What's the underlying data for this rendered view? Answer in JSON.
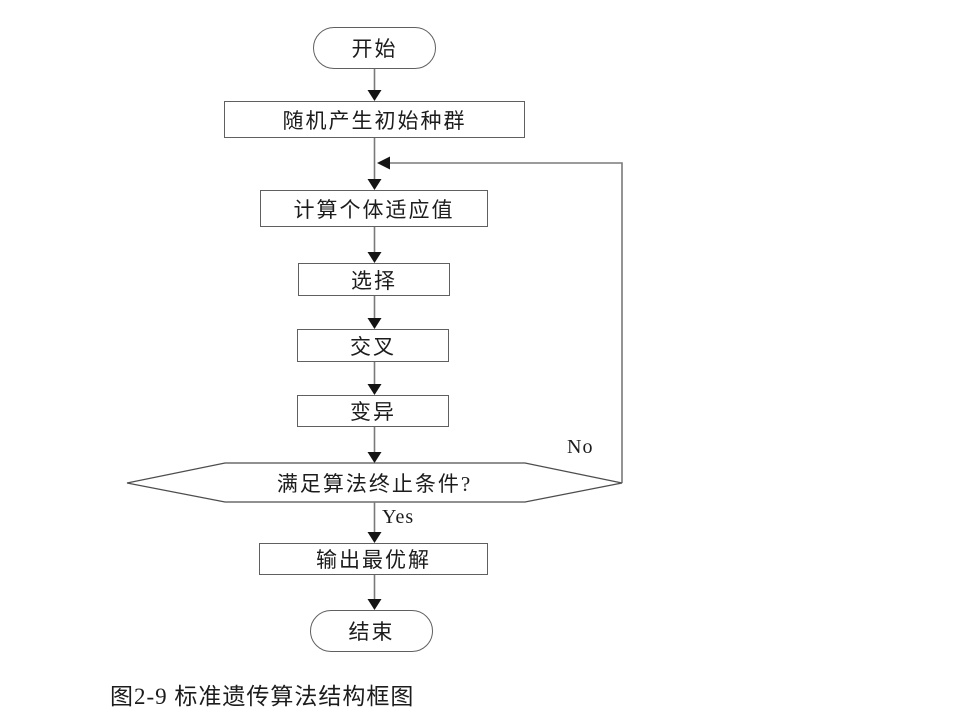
{
  "figure": {
    "caption": "图2-9  标准遗传算法结构框图"
  },
  "flowchart": {
    "nodes": {
      "start": {
        "label": "开始",
        "shape": "stadium"
      },
      "init_population": {
        "label": "随机产生初始种群",
        "shape": "rect"
      },
      "fitness": {
        "label": "计算个体适应值",
        "shape": "rect"
      },
      "selection": {
        "label": "选择",
        "shape": "rect"
      },
      "crossover": {
        "label": "交叉",
        "shape": "rect"
      },
      "mutation": {
        "label": "变异",
        "shape": "rect"
      },
      "decision": {
        "label": "满足算法终止条件?",
        "shape": "hexagon"
      },
      "output": {
        "label": "输出最优解",
        "shape": "rect"
      },
      "end": {
        "label": "结束",
        "shape": "stadium"
      }
    },
    "edge_labels": {
      "yes": "Yes",
      "no": "No"
    },
    "colors": {
      "line": "#7a7a7a",
      "arrowhead": "#141414",
      "node_border": "#606060",
      "text": "#1c1c1c",
      "background": "#ffffff"
    }
  }
}
